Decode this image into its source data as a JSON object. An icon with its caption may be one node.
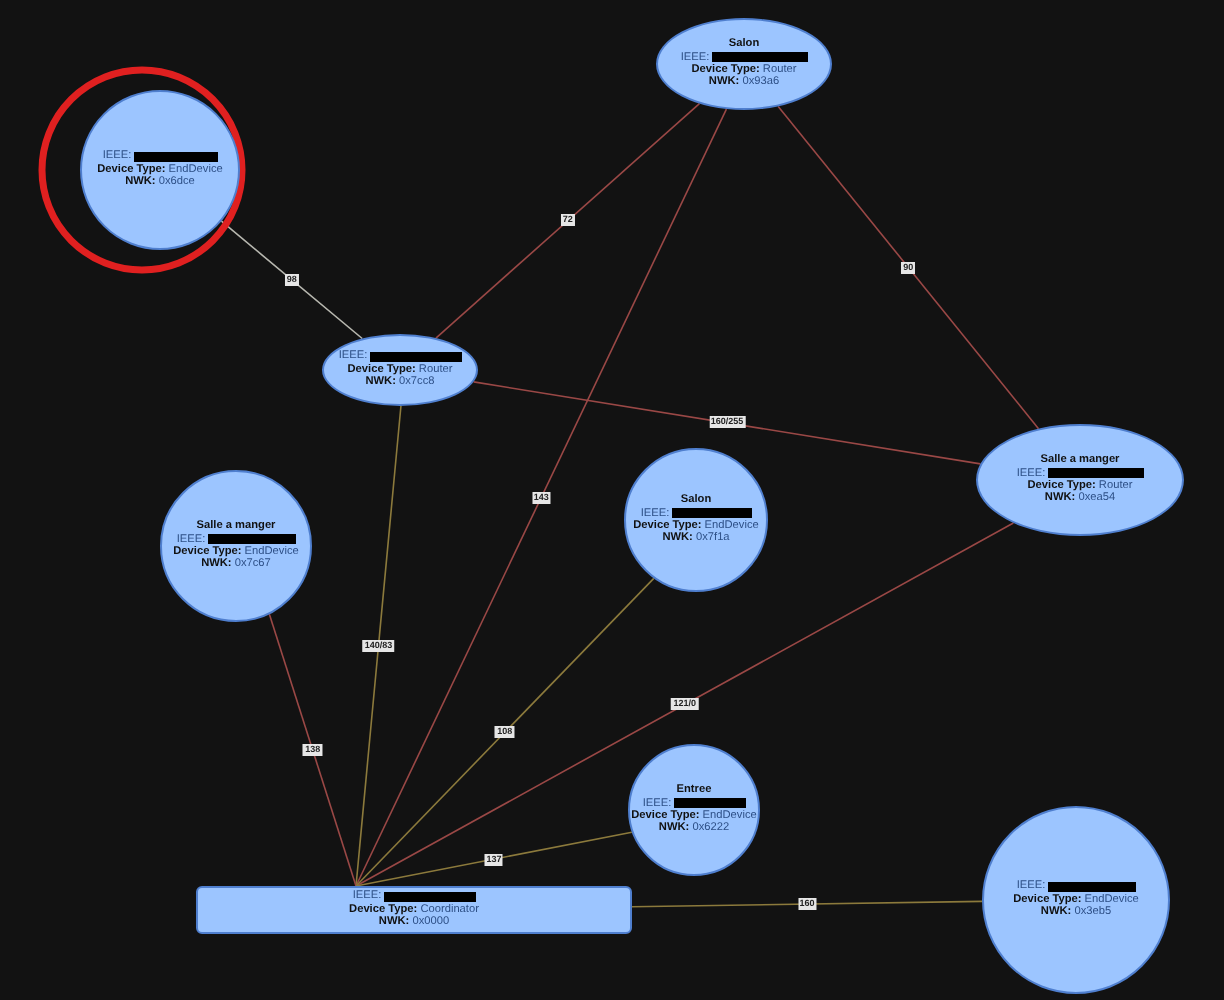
{
  "diagram": {
    "nodes": [
      {
        "text": [
          "IEEE:",
          "**Device Type:** EndDevice",
          "**NWK:** 0x6dce"
        ]
      },
      {
        "text": [
          "Salon",
          "IEEE:",
          "**Device Type:** Router",
          "**NWK:** 0x93a6"
        ]
      },
      {
        "text": [
          "IEEE:",
          "**Device Type:** Router",
          "**NWK:** 0x7cc8"
        ]
      },
      {
        "text": [
          "Salle a manger",
          "IEEE:",
          "**Device Type:** Router",
          "**NWK:** 0xea54"
        ]
      },
      {
        "text": [
          "Salle a manger",
          "IEEE:",
          "**Device Type:** EndDevice",
          "**NWK:** 0x7c67"
        ]
      },
      {
        "text": [
          "Salon",
          "IEEE:",
          "**Device Type:** EndDevice",
          "**NWK:** 0x7f1a"
        ]
      },
      {
        "text": [
          "Entree",
          "IEEE:",
          "**Device Type:** EndDevice",
          "**NWK:** 0x6222"
        ]
      },
      {
        "text": [
          "IEEE:",
          "**Device Type:** EndDevice",
          "**NWK:** 0x3eb5"
        ]
      },
      {
        "text": [
          "IEEE:",
          "**Device Type:** Coordinator",
          "**NWK:** 0x0000"
        ]
      }
    ],
    "edges": [
      {
        "from": 0,
        "to": 2,
        "arrow": "none",
        "label": "98",
        "color": "#b8b8b0"
      },
      {
        "from": 2,
        "to": 1,
        "arrow": "none",
        "label": "72"
      },
      {
        "from": 1,
        "to": 3,
        "arrow": "none",
        "label": "90"
      },
      {
        "from": 2,
        "to": 3,
        "arrow": "none",
        "label": "160/255"
      },
      {
        "from": 1,
        "to": 8,
        "arrow": "none",
        "label": "143"
      },
      {
        "from": 2,
        "to": 8,
        "arrow": "none",
        "label": "140/83",
        "color": "#8c7a3c"
      },
      {
        "from": 3,
        "to": 8,
        "arrow": "none",
        "label": "121/0"
      },
      {
        "from": 5,
        "to": 8,
        "arrow": "none",
        "label": "108",
        "color": "#8c7a3c"
      },
      {
        "from": 4,
        "to": 8,
        "arrow": "none",
        "label": "138"
      },
      {
        "from": 6,
        "to": 8,
        "arrow": "none",
        "label": "137",
        "color": "#8c7a3c"
      },
      {
        "from": 8,
        "to": 7,
        "arrow": "none",
        "label": "160",
        "color": "#8c7a3c"
      }
    ]
  }
}
